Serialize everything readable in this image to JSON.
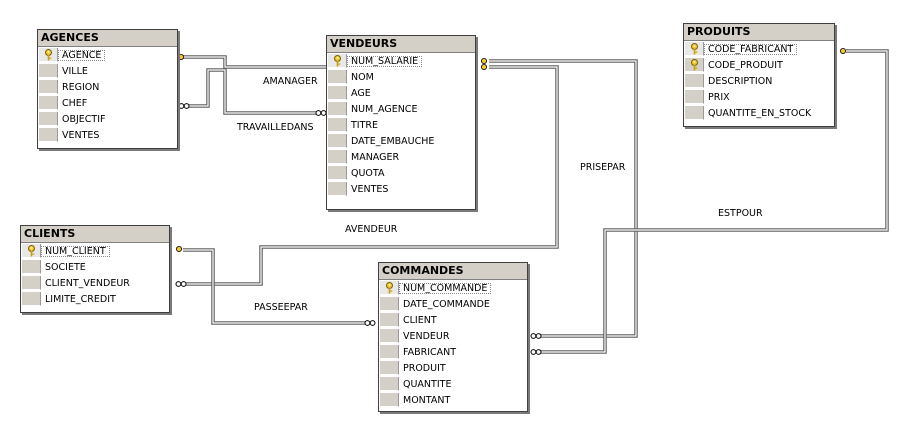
{
  "tables": {
    "agences": {
      "title": "AGENCES",
      "columns": [
        {
          "name": "AGENCE",
          "pk": true
        },
        {
          "name": "VILLE",
          "pk": false
        },
        {
          "name": "REGION",
          "pk": false
        },
        {
          "name": "CHEF",
          "pk": false
        },
        {
          "name": "OBJECTIF",
          "pk": false
        },
        {
          "name": "VENTES",
          "pk": false
        }
      ]
    },
    "vendeurs": {
      "title": "VENDEURS",
      "columns": [
        {
          "name": "NUM_SALARIE",
          "pk": true
        },
        {
          "name": "NOM",
          "pk": false
        },
        {
          "name": "AGE",
          "pk": false
        },
        {
          "name": "NUM_AGENCE",
          "pk": false
        },
        {
          "name": "TITRE",
          "pk": false
        },
        {
          "name": "DATE_EMBAUCHE",
          "pk": false
        },
        {
          "name": "MANAGER",
          "pk": false
        },
        {
          "name": "QUOTA",
          "pk": false
        },
        {
          "name": "VENTES",
          "pk": false
        }
      ]
    },
    "produits": {
      "title": "PRODUITS",
      "columns": [
        {
          "name": "CODE_FABRICANT",
          "pk": true
        },
        {
          "name": "CODE_PRODUIT",
          "pk": true
        },
        {
          "name": "DESCRIPTION",
          "pk": false
        },
        {
          "name": "PRIX",
          "pk": false
        },
        {
          "name": "QUANTITE_EN_STOCK",
          "pk": false
        }
      ]
    },
    "clients": {
      "title": "CLIENTS",
      "columns": [
        {
          "name": "NUM_CLIENT",
          "pk": true
        },
        {
          "name": "SOCIETE",
          "pk": false
        },
        {
          "name": "CLIENT_VENDEUR",
          "pk": false
        },
        {
          "name": "LIMITE_CREDIT",
          "pk": false
        }
      ]
    },
    "commandes": {
      "title": "COMMANDES",
      "columns": [
        {
          "name": "NUM_COMMANDE",
          "pk": true
        },
        {
          "name": "DATE_COMMANDE",
          "pk": false
        },
        {
          "name": "CLIENT",
          "pk": false
        },
        {
          "name": "VENDEUR",
          "pk": false
        },
        {
          "name": "FABRICANT",
          "pk": false
        },
        {
          "name": "PRODUIT",
          "pk": false
        },
        {
          "name": "QUANTITE",
          "pk": false
        },
        {
          "name": "MONTANT",
          "pk": false
        }
      ]
    }
  },
  "relations": {
    "amanager": "AMANAGER",
    "travailledans": "TRAVAILLEDANS",
    "prisepar": "PRISEPAR",
    "avendeur": "AVENDEUR",
    "estpour": "ESTPOUR",
    "passeepar": "PASSEEPAR"
  },
  "colors": {
    "key": "#f2c531",
    "line": "#606060",
    "header": "#d4d0c8"
  }
}
